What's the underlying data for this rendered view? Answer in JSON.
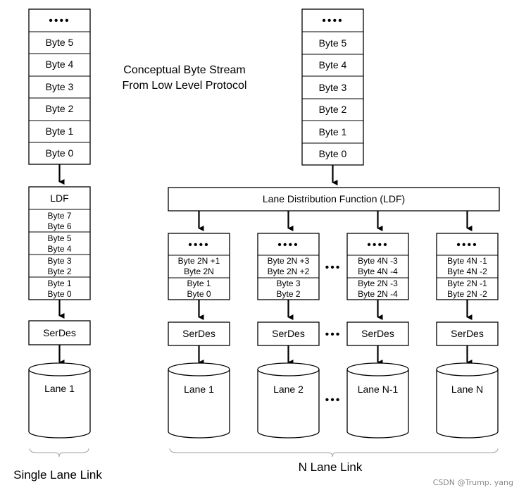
{
  "title": {
    "line1": "Conceptual Byte Stream",
    "line2": "From Low Level Protocol"
  },
  "ellipsis": "••••",
  "ellipsis_h": "•••",
  "left": {
    "stream": [
      "Byte 5",
      "Byte 4",
      "Byte 3",
      "Byte 2",
      "Byte 1",
      "Byte 0"
    ],
    "ldf_label": "LDF",
    "ldf_bytes": [
      "Byte 7",
      "Byte 6",
      "Byte 5",
      "Byte 4",
      "Byte 3",
      "Byte 2",
      "Byte 1",
      "Byte 0"
    ],
    "serdes": "SerDes",
    "lane": "Lane 1",
    "caption": "Single Lane Link"
  },
  "right": {
    "stream": [
      "Byte 5",
      "Byte 4",
      "Byte 3",
      "Byte 2",
      "Byte 1",
      "Byte 0"
    ],
    "ldf_label": "Lane Distribution Function (LDF)",
    "lanes": [
      {
        "bytes": [
          "Byte 2N +1",
          "Byte 2N",
          "Byte 1",
          "Byte 0"
        ],
        "serdes": "SerDes",
        "lane": "Lane 1"
      },
      {
        "bytes": [
          "Byte 2N +3",
          "Byte 2N +2",
          "Byte 3",
          "Byte 2"
        ],
        "serdes": "SerDes",
        "lane": "Lane 2"
      },
      {
        "bytes": [
          "Byte 4N -3",
          "Byte 4N -4",
          "Byte 2N -3",
          "Byte 2N -4"
        ],
        "serdes": "SerDes",
        "lane": "Lane N-1"
      },
      {
        "bytes": [
          "Byte 4N -1",
          "Byte 4N -2",
          "Byte 2N -1",
          "Byte 2N -2"
        ],
        "serdes": "SerDes",
        "lane": "Lane N"
      }
    ],
    "caption": "N  Lane Link"
  },
  "watermark": "CSDN @Trump. yang"
}
